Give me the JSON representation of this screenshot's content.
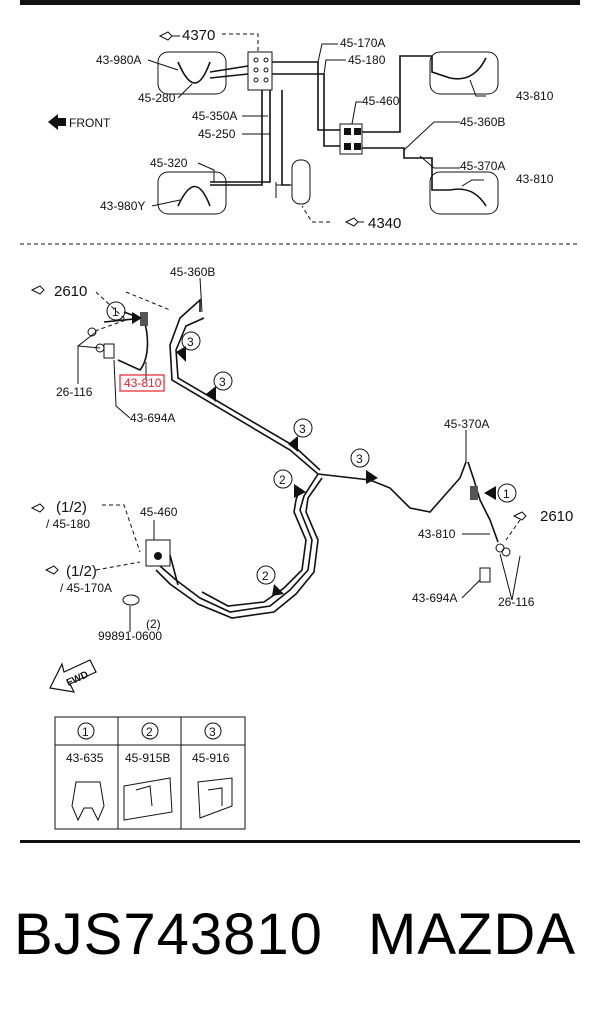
{
  "top_diagram": {
    "front_label": "FRONT",
    "callout_4370": "4370",
    "callout_4340": "4340",
    "labels": {
      "l_43980A": "43-980A",
      "l_45280": "45-280",
      "l_45350A": "45-350A",
      "l_45250": "45-250",
      "l_45320": "45-320",
      "l_43980Y": "43-980Y",
      "l_45170A": "45-170A",
      "l_45180": "45-180",
      "l_45460": "45-460",
      "l_43810a": "43-810",
      "l_45360B": "45-360B",
      "l_45370A": "45-370A",
      "l_43810b": "43-810"
    }
  },
  "main_diagram": {
    "callout_2610_left": "2610",
    "callout_2610_right": "2610",
    "callout_half_1": "(1/2)",
    "callout_half_1_ref": "/ 45-180",
    "callout_half_2": "(1/2)",
    "callout_half_2_ref": "/ 45-170A",
    "fwd_label": "FWD",
    "labels": {
      "m_45360B": "45-360B",
      "m_26116_left": "26-116",
      "m_43810_highlight": "43-810",
      "m_43694A_left": "43-694A",
      "m_45370A": "45-370A",
      "m_43810_right": "43-810",
      "m_43694A_right": "43-694A",
      "m_26116_right": "26-116",
      "m_45460": "45-460",
      "m_99891": "99891-0600",
      "m_qty2": "(2)"
    },
    "markers": [
      "1",
      "3",
      "3",
      "3",
      "2",
      "3",
      "1",
      "2",
      "2"
    ]
  },
  "legend": {
    "headers": [
      "1",
      "2",
      "3"
    ],
    "parts": [
      "43-635",
      "45-915B",
      "45-916"
    ]
  },
  "footer": {
    "part_number": "BJS743810",
    "brand": "MAZDA"
  },
  "colors": {
    "highlight": "#e8202a",
    "ink": "#111111"
  }
}
